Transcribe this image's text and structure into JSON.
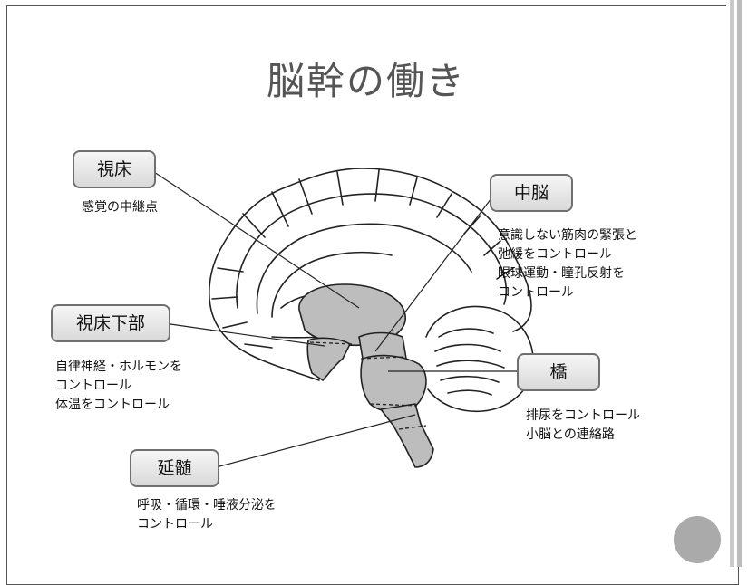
{
  "title": "脳幹の働き",
  "labels": {
    "thalamus": {
      "name": "視床",
      "desc": "感覚の中継点"
    },
    "midbrain": {
      "name": "中脳",
      "desc": "意識しない筋肉の緊張と\n弛緩をコントロール\n眼球運動・瞳孔反射を\nコントロール"
    },
    "hypothalamus": {
      "name": "視床下部",
      "desc": "自律神経・ホルモンを\nコントロール\n体温をコントロール"
    },
    "pons": {
      "name": "橋",
      "desc": "排尿をコントロール\n小脳との連絡路"
    },
    "medulla": {
      "name": "延髄",
      "desc": "呼吸・循環・唾液分泌を\nコントロール"
    }
  },
  "colors": {
    "brainstem_fill": "#bdbdbd",
    "outline": "#222222",
    "box_border": "#707070"
  }
}
